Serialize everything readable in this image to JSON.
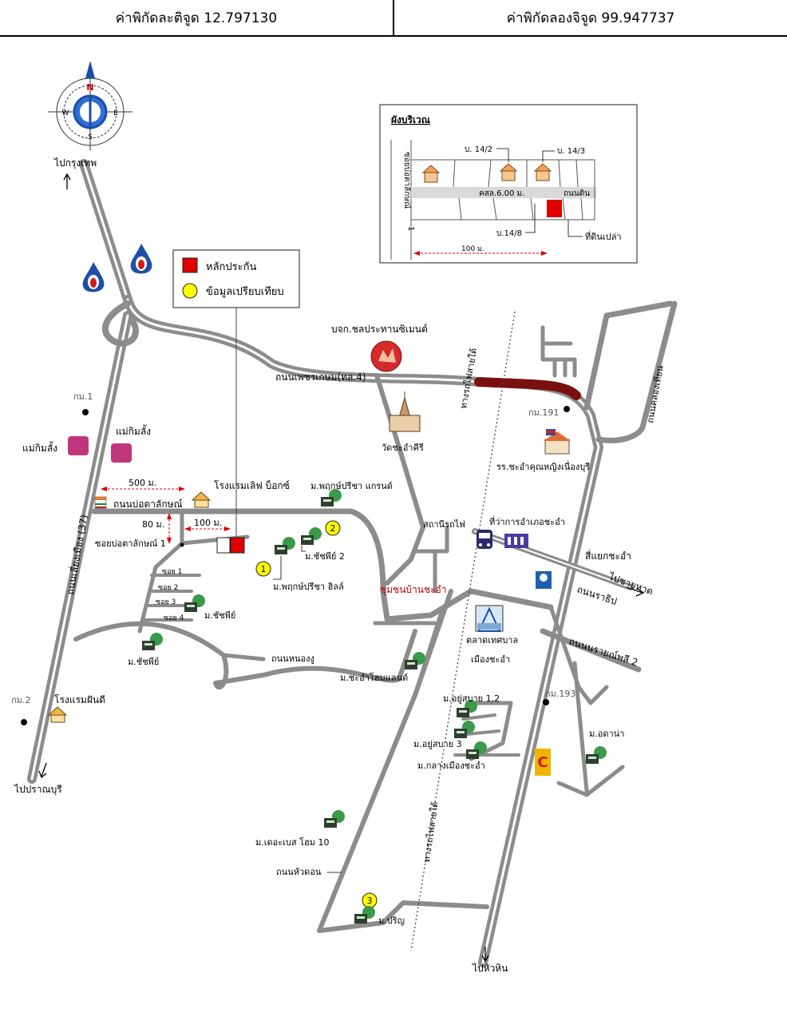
{
  "header": {
    "latitude_label": "ค่าพิกัดละติจูด 12.797130",
    "longitude_label": "ค่าพิกัดลองจิจูด 99.947737"
  },
  "compass": {
    "n": "N",
    "s": "S",
    "e": "E",
    "w": "W"
  },
  "legend": {
    "collateral": "หลักประกัน",
    "comparables": "ข้อมูลเปรียบเทียบ",
    "collateral_color": "#e00000",
    "comparable_color": "#ffff00"
  },
  "inset": {
    "title": "ผังบริเวณ",
    "soi_label": "ซอยบ่อตาลักษณ์",
    "soi_num": "1",
    "road_width": "คสล.6.00 ม.",
    "dirt_road": "ถนนดิน",
    "lot_14_2": "บ. 14/2",
    "lot_14_3": "บ. 14/3",
    "lot_14_8": "บ.14/8",
    "empty_land": "ที่ดินเปล่า",
    "dist": "100 ม."
  },
  "directions": {
    "to_bangkok": "ไปกรุงเทพ",
    "to_pranburi": "ไปปราณบุรี",
    "to_huahin": "ไปหัวหิน",
    "to_beach": "ไปชายหาด"
  },
  "roads": {
    "phetkasem": "ถนนเพชรเกษม(ทล.4)",
    "bypass": "ถนนเลี่ยงเมือง (37)",
    "bo_ta_lak": "ถนนบ่อตาลักษณ์",
    "soi_bo_ta_lak_1": "ซอยบ่อตาลักษณ์ 1",
    "soi1": "ซอย 1",
    "soi2": "ซอย 2",
    "soi3": "ซอย 3",
    "soi4": "ซอย 4",
    "nong_ngu": "ถนนหนองงู",
    "hua_don": "ถนนหัวดอน",
    "khlong_thian": "ถนนคลองเทียน",
    "rathip": "ถนนราธิป",
    "narongrit": "ถนนนรายณ์พลี 2",
    "rail_1": "ทางรถไฟสายใต้",
    "rail_2": "ทางรถไฟสายใต้"
  },
  "places": {
    "km1": "กม.1",
    "km2": "กม.2",
    "km191": "กม.191",
    "km193": "กม.193",
    "mae_kim_lang_1": "แม่กิมลั้ง",
    "mae_kim_lang_2": "แม่กิมลั้ง",
    "cement": "บจก.ชลประทานซิเมนต์",
    "wat": "วัดชะอำคีรี",
    "school": "รร.ชะอำคุณหญิงเนื่องบุรี",
    "station": "สถานีรถไฟ",
    "district_office": "ที่ว่าการอำเภอชะอำ",
    "junction": "สี่แยกชะอำ",
    "community": "ชุมชนบ้านชะอำ",
    "market_1": "ตลาดเทศบาล",
    "market_2": "เมืองชะอำ",
    "hotel_loft": "โรงแรมเลิฟ บ็อกซ์",
    "hotel_fun": "โรงแรมฝันดี",
    "pruksa_grand": "ม.พฤกษ์ปรีชา แกรนด์",
    "pruksa_hills": "ม.พฤกษ์ปรีชา ฮิลล์",
    "chatchapi_2": "ม.ชัชพีย์ 2",
    "chatchapi_a": "ม.ชัชพีย์",
    "chatchapi_b": "ม.ชัชพีย์",
    "cha_am_homeland": "ม.ชะอำโฮมแลนด์",
    "yoo_sabai_12": "ม.อยู่สบาย 1,2",
    "yoo_sabai_3": "ม.อยู่สบาย 3",
    "klang_mueang": "ม.กลางเมืองชะอำ",
    "odana": "ม.อดาน่า",
    "the_base": "ม.เดอะเบส โฮม 10",
    "prinya": "ม.ปริญ"
  },
  "markers": {
    "m1": "1",
    "m2": "2",
    "m3": "3"
  },
  "distances": {
    "d500": "500 ม.",
    "d80": "80 ม.",
    "d100": "100 ม."
  },
  "colors": {
    "road": "#8c8c8c",
    "highlight_road": "#7a0f0f",
    "dim_red": "#dd0000",
    "ptt_blue": "#1d4fa8",
    "makro_pink": "#c0367a"
  }
}
